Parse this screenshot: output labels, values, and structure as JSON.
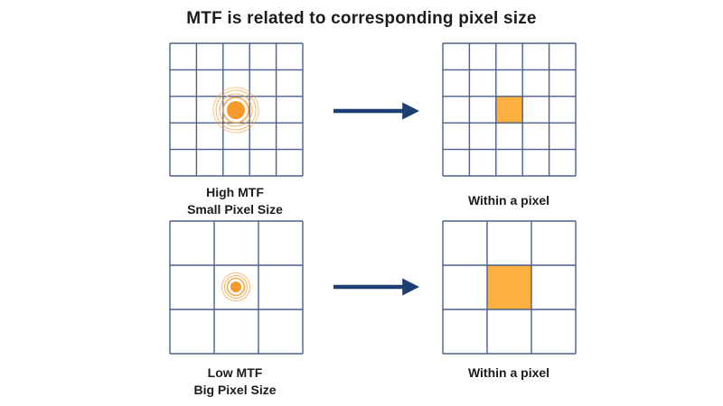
{
  "title": "MTF is related to corresponding pixel size",
  "colors": {
    "grid": "#4a5f8e",
    "arrow": "#1b3f73",
    "dot": "#f39a2a",
    "ring": "#f3a54a",
    "pixel_fill": "#fbb040",
    "pixel_border": "#e89a2a"
  },
  "rows": [
    {
      "name": "high",
      "left_caption_line1": "High MTF",
      "left_caption_line2": "Small Pixel Size",
      "right_caption": "Within a pixel",
      "grid_divisions": 5
    },
    {
      "name": "low",
      "left_caption_line1": "Low MTF",
      "left_caption_line2": "Big Pixel Size",
      "right_caption": "Within a pixel",
      "grid_divisions": 3
    }
  ],
  "icons": {
    "arrow": "right-arrow-icon",
    "source": "point-source-icon"
  }
}
